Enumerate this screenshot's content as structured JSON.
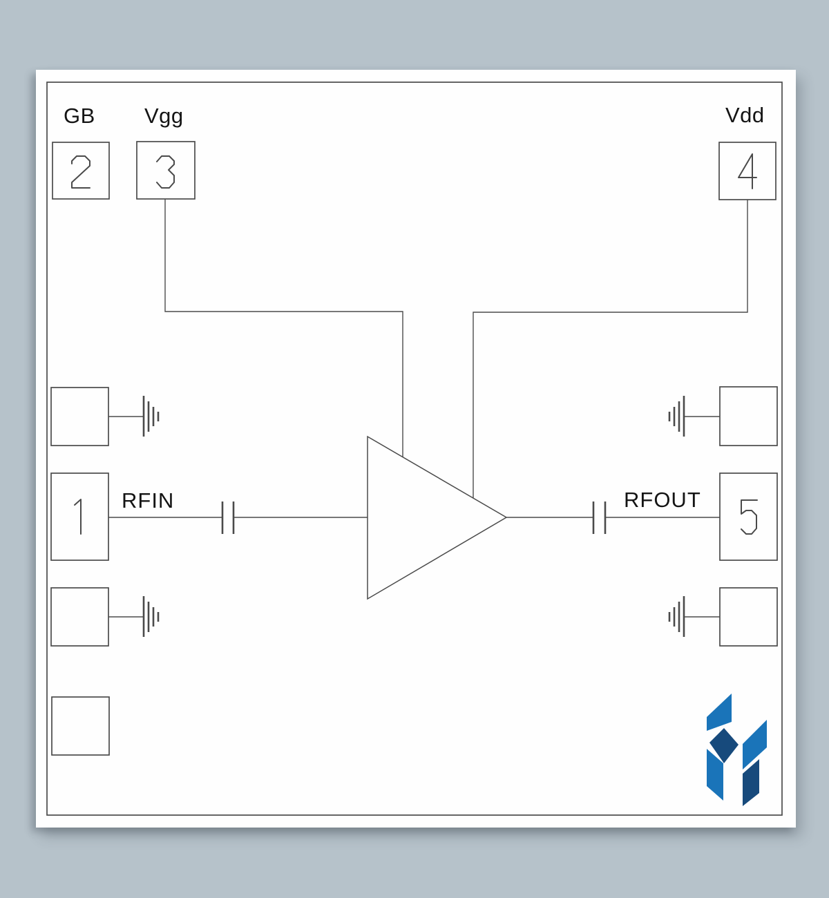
{
  "colors": {
    "background": "#b6c2ca",
    "paper": "#fefefe",
    "line": "#4a4a4a",
    "text": "#141414",
    "logo_light_blue": "#1a74b9",
    "logo_dark_blue": "#174a7c"
  },
  "labels": {
    "gb": "GB",
    "vgg": "Vgg",
    "vdd": "Vdd",
    "rfin": "RFIN",
    "rfout": "RFOUT"
  },
  "pads": {
    "p1": "1",
    "p2": "2",
    "p3": "3",
    "p4": "4",
    "p5": "5"
  },
  "icons": {
    "amplifier": "amplifier-triangle-icon",
    "input_capacitor": "dc-block-capacitor-icon",
    "output_capacitor": "dc-block-capacitor-icon",
    "ground": "rf-ground-icon",
    "logo": "manufacturer-logo-mark"
  }
}
